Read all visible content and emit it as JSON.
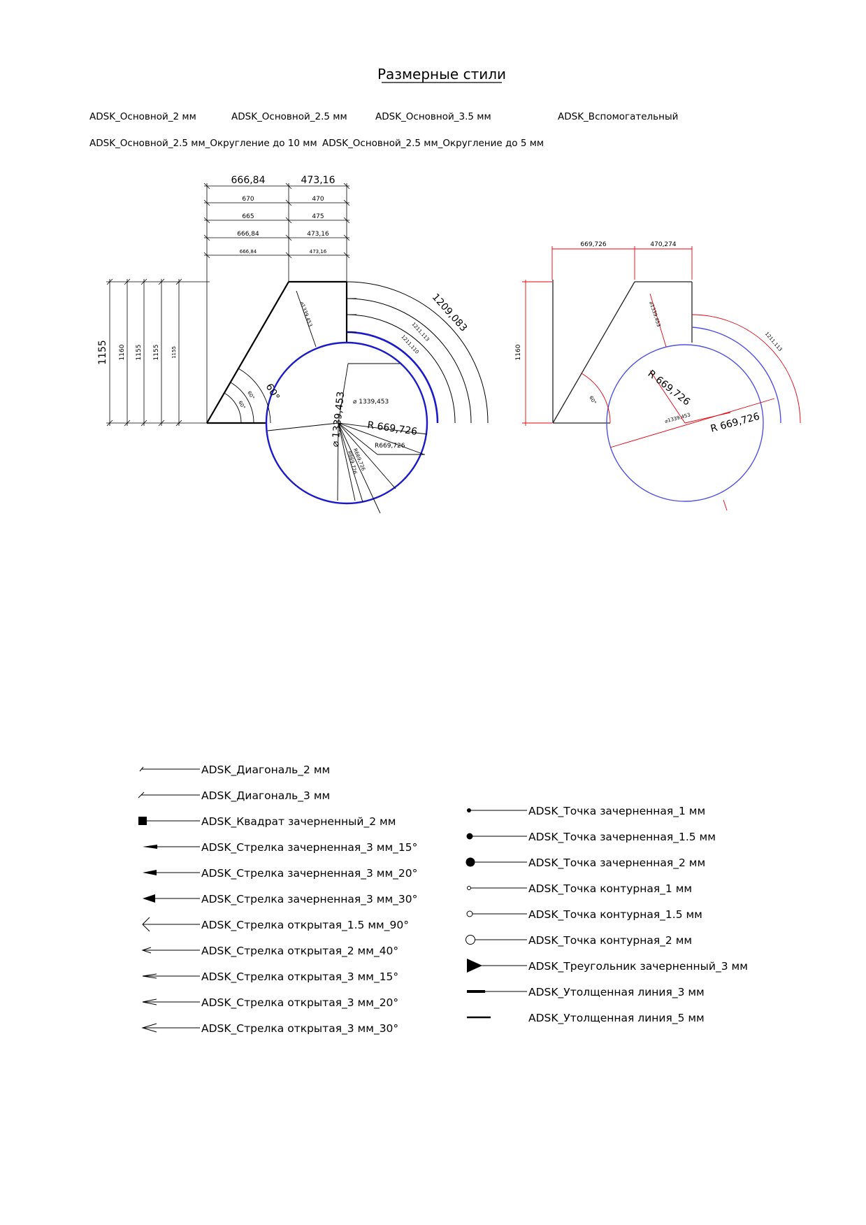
{
  "title": "Размерные стили",
  "dim_styles": [
    "ADSK_Основной_2 мм",
    "ADSK_Основной_2.5 мм",
    "ADSK_Основной_3.5 мм",
    "ADSK_Вспомогательный",
    "ADSK_Основной_2.5 мм_Округление до 10 мм",
    "ADSK_Основной_2.5 мм_Округление до 5 мм"
  ],
  "colors": {
    "black": "#000000",
    "blue": "#1a1acc",
    "light_blue": "#5050e6",
    "red": "#e8000b"
  },
  "left_drawing": {
    "top_dims": [
      {
        "left": "666,84",
        "right": "473,16"
      },
      {
        "left": "670",
        "right": "470"
      },
      {
        "left": "665",
        "right": "475"
      },
      {
        "left": "666,84",
        "right": "473,16"
      },
      {
        "left": "666,84",
        "right": "473,16"
      }
    ],
    "height_dims": [
      "1155",
      "1160",
      "1155",
      "1155",
      "1155"
    ],
    "arc_dims": [
      "1209,083",
      "1211,113",
      "1211,110"
    ],
    "diameters": [
      "⌀1339,453",
      "⌀ 1339,453",
      "⌀ 1339,453"
    ],
    "radii": [
      "R 669,726",
      "R669,726",
      "R669,726",
      "R669,726"
    ],
    "angles": [
      "60°",
      "60°",
      "60°"
    ]
  },
  "right_drawing": {
    "top_dims": [
      "669,726",
      "470,274"
    ],
    "height_dim": "1160",
    "arc_dim": "1211,113",
    "diameters": [
      "⌀1339,453",
      "⌀1339,453"
    ],
    "radii": [
      "R 669,726",
      "R 669,726"
    ],
    "angle": "60°"
  },
  "legend_left": [
    {
      "marker": "diagonal-2mm",
      "label": "ADSK_Диагональ_2 мм"
    },
    {
      "marker": "diagonal-3mm",
      "label": "ADSK_Диагональ_3 мм"
    },
    {
      "marker": "filled-square-2mm",
      "label": "ADSK_Квадрат зачерненный_2 мм"
    },
    {
      "marker": "filled-arrow-15",
      "label": "ADSK_Стрелка зачерненная_3 мм_15°"
    },
    {
      "marker": "filled-arrow-20",
      "label": "ADSK_Стрелка зачерненная_3 мм_20°"
    },
    {
      "marker": "filled-arrow-30",
      "label": "ADSK_Стрелка зачерненная_3 мм_30°"
    },
    {
      "marker": "open-arrow-90",
      "label": "ADSK_Стрелка открытая_1.5 мм_90°"
    },
    {
      "marker": "open-arrow-40",
      "label": "ADSK_Стрелка открытая_2 мм_40°"
    },
    {
      "marker": "open-arrow-15",
      "label": "ADSK_Стрелка открытая_3 мм_15°"
    },
    {
      "marker": "open-arrow-20",
      "label": "ADSK_Стрелка открытая_3 мм_20°"
    },
    {
      "marker": "open-arrow-30",
      "label": "ADSK_Стрелка открытая_3 мм_30°"
    }
  ],
  "legend_right": [
    {
      "marker": "filled-dot-1mm",
      "label": "ADSK_Точка зачерненная_1 мм"
    },
    {
      "marker": "filled-dot-1.5mm",
      "label": "ADSK_Точка зачерненная_1.5 мм"
    },
    {
      "marker": "filled-dot-2mm",
      "label": "ADSK_Точка зачерненная_2 мм"
    },
    {
      "marker": "outline-dot-1mm",
      "label": "ADSK_Точка контурная_1 мм"
    },
    {
      "marker": "outline-dot-1.5mm",
      "label": "ADSK_Точка контурная_1.5 мм"
    },
    {
      "marker": "outline-dot-2mm",
      "label": "ADSK_Точка контурная_2 мм"
    },
    {
      "marker": "filled-triangle-3mm",
      "label": "ADSK_Треугольник зачерненный_3 мм"
    },
    {
      "marker": "thick-line-3mm",
      "label": "ADSK_Утолщенная линия_3 мм"
    },
    {
      "marker": "thick-line-5mm",
      "label": "ADSK_Утолщенная линия_5 мм"
    }
  ]
}
